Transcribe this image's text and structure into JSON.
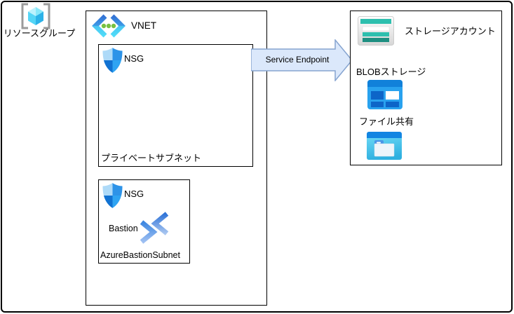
{
  "resource_group": {
    "label": "リソースグループ",
    "icon": "resource-group-icon"
  },
  "vnet": {
    "label": "VNET",
    "icon": "virtual-network-icon"
  },
  "private_subnet": {
    "nsg_label": "NSG",
    "label": "プライベートサブネット",
    "icon": "nsg-shield-icon"
  },
  "bastion_subnet": {
    "nsg_label": "NSG",
    "bastion_label": "Bastion",
    "label": "AzureBastionSubnet",
    "icons": [
      "nsg-shield-icon",
      "bastion-icon"
    ]
  },
  "arrow": {
    "label": "Service Endpoint",
    "fill": "#dbe8fb",
    "stroke": "#86a4d0"
  },
  "storage": {
    "account": {
      "label": "ストレージアカウント",
      "icon": "storage-account-icon"
    },
    "blob": {
      "label": "BLOBストレージ",
      "icon": "blob-storage-icon"
    },
    "file_share": {
      "label": "ファイル共有",
      "icon": "file-share-icon"
    }
  },
  "colors": {
    "border_black": "#000000",
    "background": "#ffffff",
    "teal": "#2dbfae",
    "teal_dark": "#1e8f81",
    "azure_blue_header": "#1181da",
    "azure_blue_body": "#29a2ef",
    "block_blue": "#0d65c8",
    "file_header_blue": "#1285e2",
    "file_body_cyan": "#4cc8ef",
    "shield_tl": "#aedaf8",
    "shield_tr": "#2d93e8",
    "shield_bl": "#1172d2",
    "shield_br": "#2fa4f2",
    "vnet_chevron_top": "#3372d4",
    "vnet_chevron_bottom": "#50dcf8",
    "vnet_dot_green": "#77c142",
    "cube_cyan": "#54d5f6",
    "bracket_gray": "#9b9b9b"
  }
}
